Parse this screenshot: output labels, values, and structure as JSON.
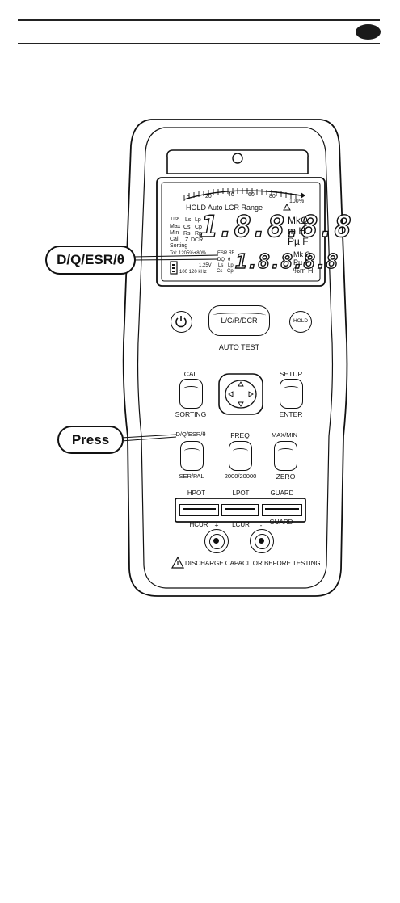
{
  "callouts": {
    "function_label": "D/Q/ESR/θ",
    "action_label": "Press"
  },
  "lcd": {
    "status_line": "HOLD Auto LCR Range",
    "scale_ticks": [
      "0",
      "20",
      "40",
      "60",
      "80",
      "100"
    ],
    "scale_unit": "%",
    "left_labels": [
      "USB",
      "Max",
      "Min",
      "Cal",
      "Sorting"
    ],
    "param_col1": [
      "Ls",
      "Cs",
      "Rs",
      "Z"
    ],
    "param_col2": [
      "Lp",
      "Cp",
      "Rp",
      "DCR"
    ],
    "tol_line": "Tol: 1205%+80%",
    "secondary_params": [
      "ESR",
      "RP",
      "DQ",
      "θ",
      "Ls",
      "Lp",
      "Cs",
      "Cp"
    ],
    "voltage": "1.25V",
    "freq_line": "100 120 kHz",
    "primary_digits": "1.8.8.8.8",
    "secondary_digits": "1.8.8.8.8",
    "primary_units": [
      "MkΩ",
      "m H",
      "Pµ F"
    ],
    "secondary_units": [
      "Mk Ω",
      "Pµ F",
      "%m H"
    ]
  },
  "buttons": {
    "power_icon": "power-icon",
    "lcr_label": "L/C/R/DCR",
    "hold_label": "HOLD",
    "auto_test_label": "AUTO TEST",
    "cal_top": "CAL",
    "cal_bottom": "SORTING",
    "setup_top": "SETUP",
    "setup_bottom": "ENTER",
    "dq_top": "D/Q/ESR/θ",
    "dq_bottom": "SER/PAL",
    "freq_top": "FREQ",
    "freq_bottom": "2000/20000",
    "maxmin_top": "MAX/MIN",
    "maxmin_bottom": "ZERO"
  },
  "terminals": {
    "top_labels": [
      "HPOT",
      "LPOT",
      "GUARD"
    ],
    "bottom_labels": [
      "HCUR",
      "LCUR",
      "GUARD"
    ],
    "plus": "+",
    "minus": "-"
  },
  "warning": "DISCHARGE CAPACITOR BEFORE TESTING"
}
